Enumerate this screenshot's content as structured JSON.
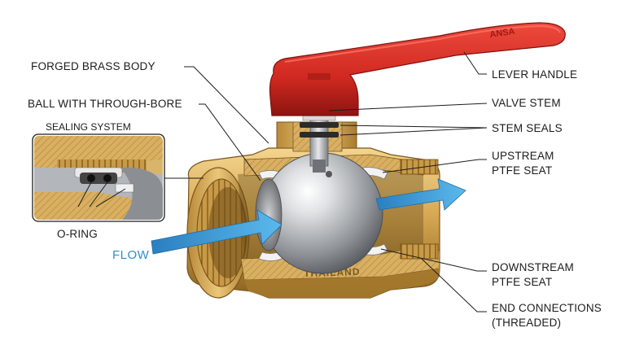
{
  "labels": {
    "forged_body": "FORGED BRASS BODY",
    "ball": "BALL WITH THROUGH-BORE",
    "sealing_system": "SEALING SYSTEM",
    "o_ring": "O-RING",
    "flow": "FLOW",
    "lever_handle": "LEVER HANDLE",
    "valve_stem": "VALVE STEM",
    "stem_seals": "STEM SEALS",
    "upstream_line1": "UPSTREAM",
    "upstream_line2": "PTFE SEAT",
    "downstream_line1": "DOWNSTREAM",
    "downstream_line2": "PTFE SEAT",
    "end_conn_line1": "END CONNECTIONS",
    "end_conn_line2": "(THREADED)",
    "body_emboss": "THAILAND",
    "handle_emboss": "ANSA"
  },
  "colors": {
    "brass_light": "#e8c274",
    "brass_mid": "#c99a45",
    "brass_dark": "#8d6424",
    "handle_red": "#d42b23",
    "handle_dark": "#8f1712",
    "flow_blue": "#3a9bd8",
    "steel": "#b9bcc0",
    "seat_white": "#eeeeee"
  }
}
